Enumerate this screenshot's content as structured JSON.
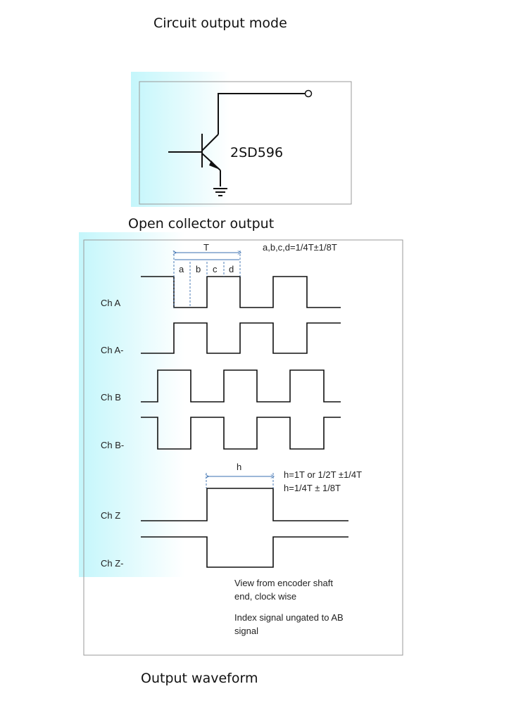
{
  "headings": {
    "circuit_title": "Circuit output mode",
    "circuit_caption": "Open collector output",
    "waveform_caption": "Output waveform"
  },
  "circuit": {
    "transistor": "2SD596"
  },
  "waveform": {
    "period_label": "T",
    "segments": [
      "a",
      "b",
      "c",
      "d"
    ],
    "segment_formula": "a,b,c,d=1/4T±1/8T",
    "index_width_label": "h",
    "index_formula_1": "h=1T or 1/2T ±1/4T",
    "index_formula_2": "h=1/4T ± 1/8T",
    "channels": [
      "Ch A",
      "Ch A-",
      "Ch B",
      "Ch B-",
      "Ch Z",
      "Ch Z-"
    ],
    "note_1_line_1": "View from encoder shaft",
    "note_1_line_2": "end, clock wise",
    "note_2_line_1": "Index signal ungated to AB",
    "note_2_line_2": "signal"
  },
  "colors": {
    "accent": "#c8f6fb",
    "dim": "#3a6fb0"
  }
}
